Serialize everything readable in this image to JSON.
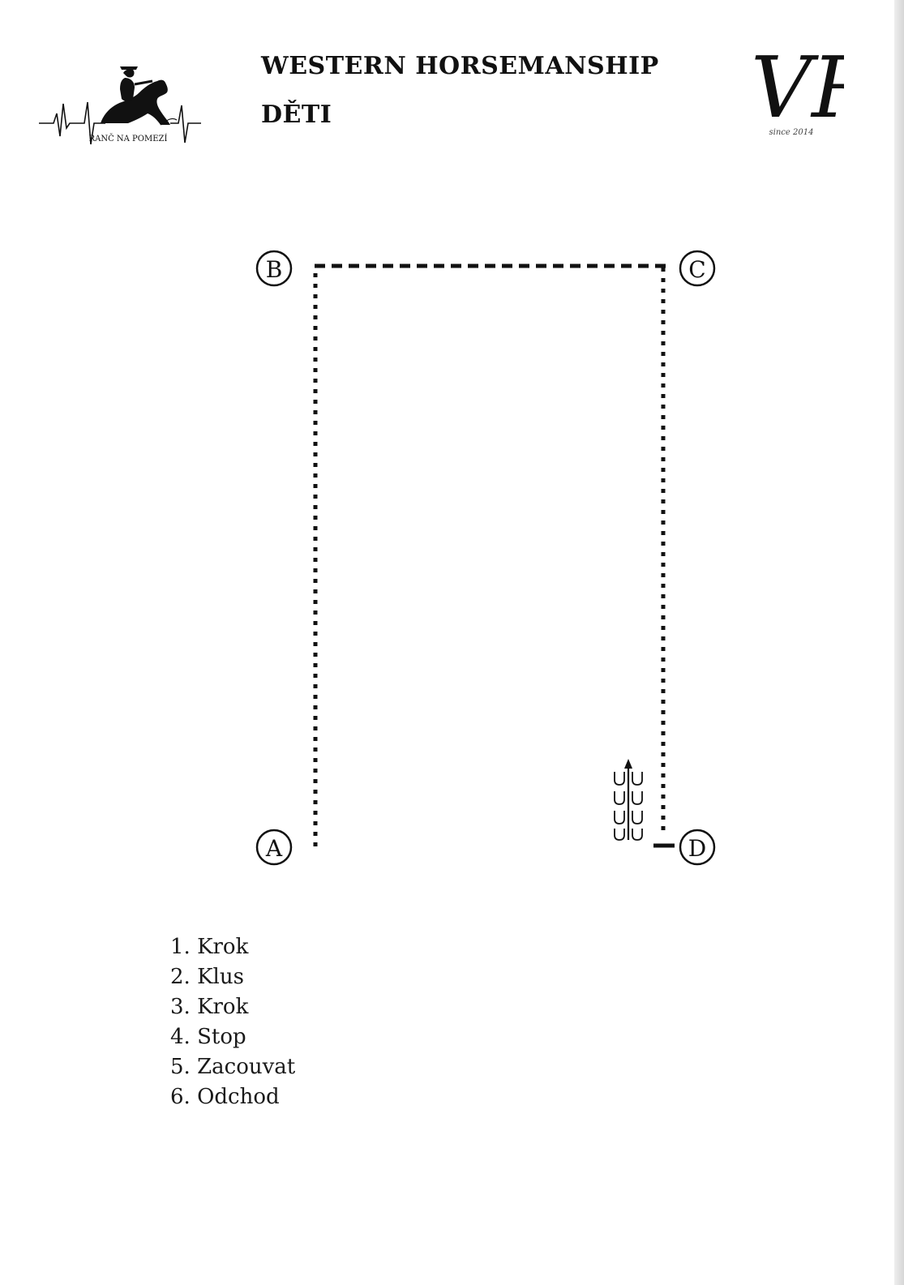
{
  "header": {
    "title_line1": "WESTERN HORSEMANSHIP",
    "title_line2": "DĚTI",
    "logo_left_text": "RANČ NA POMEZÍ",
    "logo_right_letters": "VR",
    "logo_right_tagline": "since 2014",
    "logo_left_icon": "horse-rider-silhouette-icon",
    "logo_right_icon": "vr-monogram-icon"
  },
  "pattern": {
    "markers": [
      {
        "id": "a",
        "label": "A"
      },
      {
        "id": "b",
        "label": "B"
      },
      {
        "id": "c",
        "label": "C"
      },
      {
        "id": "d",
        "label": "D"
      }
    ],
    "line_color": "#111111"
  },
  "steps": [
    {
      "num": "1.",
      "label": "Krok"
    },
    {
      "num": "2.",
      "label": "Klus"
    },
    {
      "num": "3.",
      "label": "Krok"
    },
    {
      "num": "4.",
      "label": "Stop"
    },
    {
      "num": "5.",
      "label": "Zacouvat"
    },
    {
      "num": "6.",
      "label": "Odchod"
    }
  ]
}
